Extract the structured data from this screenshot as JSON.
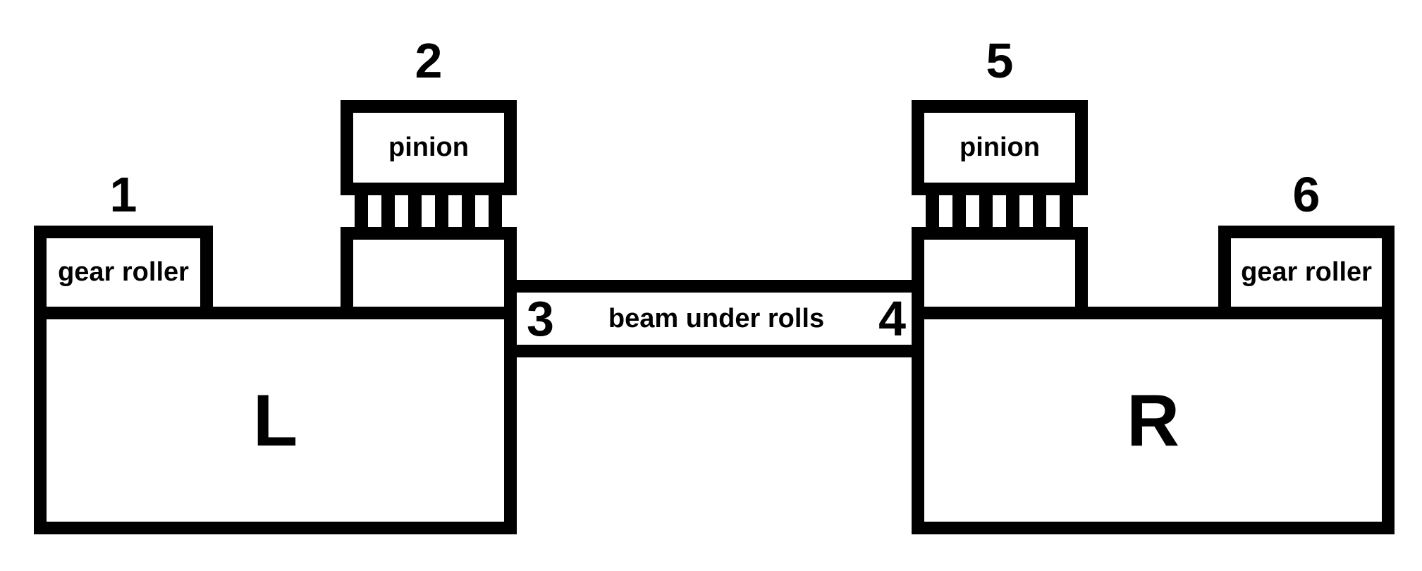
{
  "diagram": {
    "background_color": "#ffffff",
    "line_color": "#000000",
    "callouts": {
      "c1": "1",
      "c2": "2",
      "c3": "3",
      "c4": "4",
      "c5": "5",
      "c6": "6"
    },
    "left": {
      "gear_roller": "gear roller",
      "pinion": "pinion",
      "block": "L"
    },
    "right": {
      "gear_roller": "gear roller",
      "pinion": "pinion",
      "block": "R"
    },
    "beam": {
      "label": "beam under rolls"
    }
  }
}
